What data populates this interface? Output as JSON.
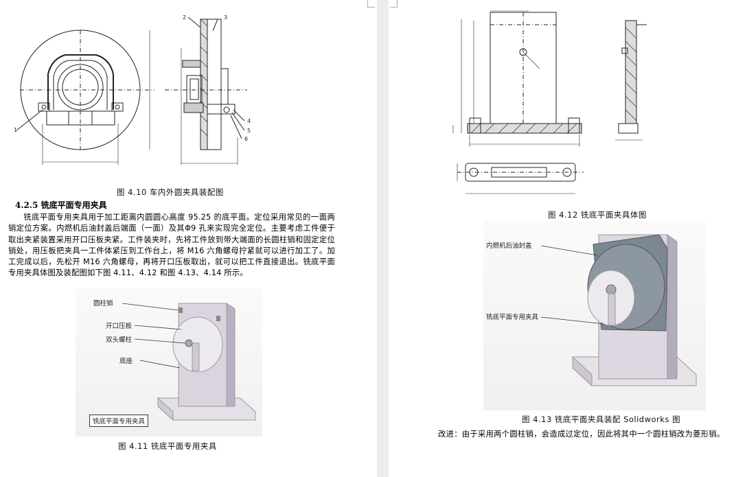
{
  "left_page": {
    "fig_4_10": {
      "caption": "图 4.10 车内外圆夹具装配图",
      "callouts": [
        "2",
        "3",
        "1",
        "4",
        "5",
        "6"
      ]
    },
    "section": {
      "heading": "4.2.5 铣底平面专用夹具",
      "paragraph": "铣底平面专用夹具用于加工距离内圆圆心高度 95.25 的底平面。定位采用常见的一面两销定位方案。内燃机后油封盖后端面（一面）及其Φ9 孔来实现完全定位。主要考虑工件便于取出夹紧装置采用开口压板夹紧。工件装夹时，先将工件放到带大端面的长圆柱销和固定定位销处，用压板把夹具一工件体紧压到工作台上，将 M16 六角螺母拧紧就可以进行加工了。加工完成以后，先松开 M16 六角螺母，再将开口压板取出，就可以把工件直接退出。铣底平面专用夹具体图及装配图如下图 4.11、4.12 和图 4.13、4.14 所示。"
    },
    "fig_4_11": {
      "labels": {
        "pin": "圆柱销",
        "plate": "开口压板",
        "stud": "双头螺柱",
        "base": "底座"
      },
      "boxed_label": "铣底平面专用夹具",
      "caption": "图 4.11 铣底平面专用夹具"
    }
  },
  "right_page": {
    "fig_4_12": {
      "caption": "图 4.12 铣底平面夹具体图"
    },
    "fig_4_13": {
      "labels": {
        "cover": "内燃机后油封盖",
        "fixture": "铣底平面专用夹具"
      },
      "caption": "图 4.13 铣底平面夹具装配 Solidworks 图"
    },
    "note": "改进：由于采用两个圆柱销，会造成过定位，因此将其中一个圆柱销改为菱形销。"
  }
}
